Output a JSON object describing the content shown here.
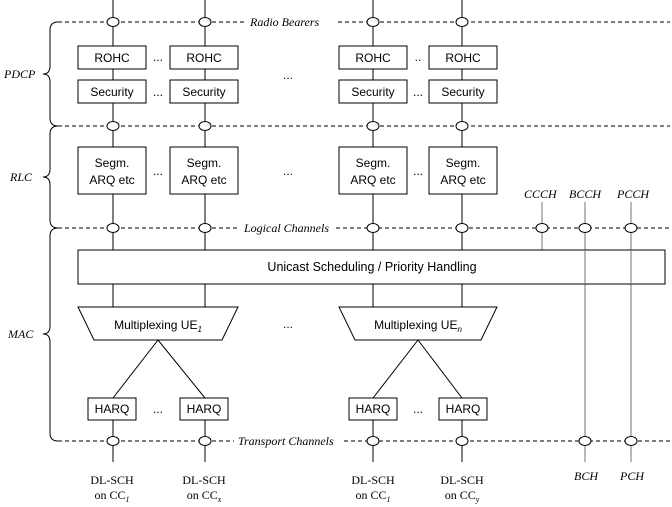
{
  "layers": {
    "pdcp": "PDCP",
    "rlc": "RLC",
    "mac": "MAC"
  },
  "channels": {
    "radio_bearers": "Radio Bearers",
    "logical_channels": "Logical Channels",
    "transport_channels": "Transport Channels"
  },
  "blocks": {
    "rohc": "ROHC",
    "security": "Security",
    "segm_line1": "Segm.",
    "segm_line2": "ARQ etc",
    "scheduling": "Unicast Scheduling / Priority Handling",
    "mux_prefix": "Multiplexing UE",
    "mux_sub_1": "1",
    "mux_sub_n": "n",
    "harq": "HARQ"
  },
  "ellipsis": "...",
  "ellipsis_tight": "..",
  "common_channels": {
    "ccch": "CCCH",
    "bcch": "BCCH",
    "pcch": "PCCH",
    "bch": "BCH",
    "pch": "PCH"
  },
  "dlsch": {
    "name": "DL-SCH",
    "on": "on CC",
    "cc_sub_1": "1",
    "cc_sub_x": "x",
    "cc_sub_y": "y"
  }
}
